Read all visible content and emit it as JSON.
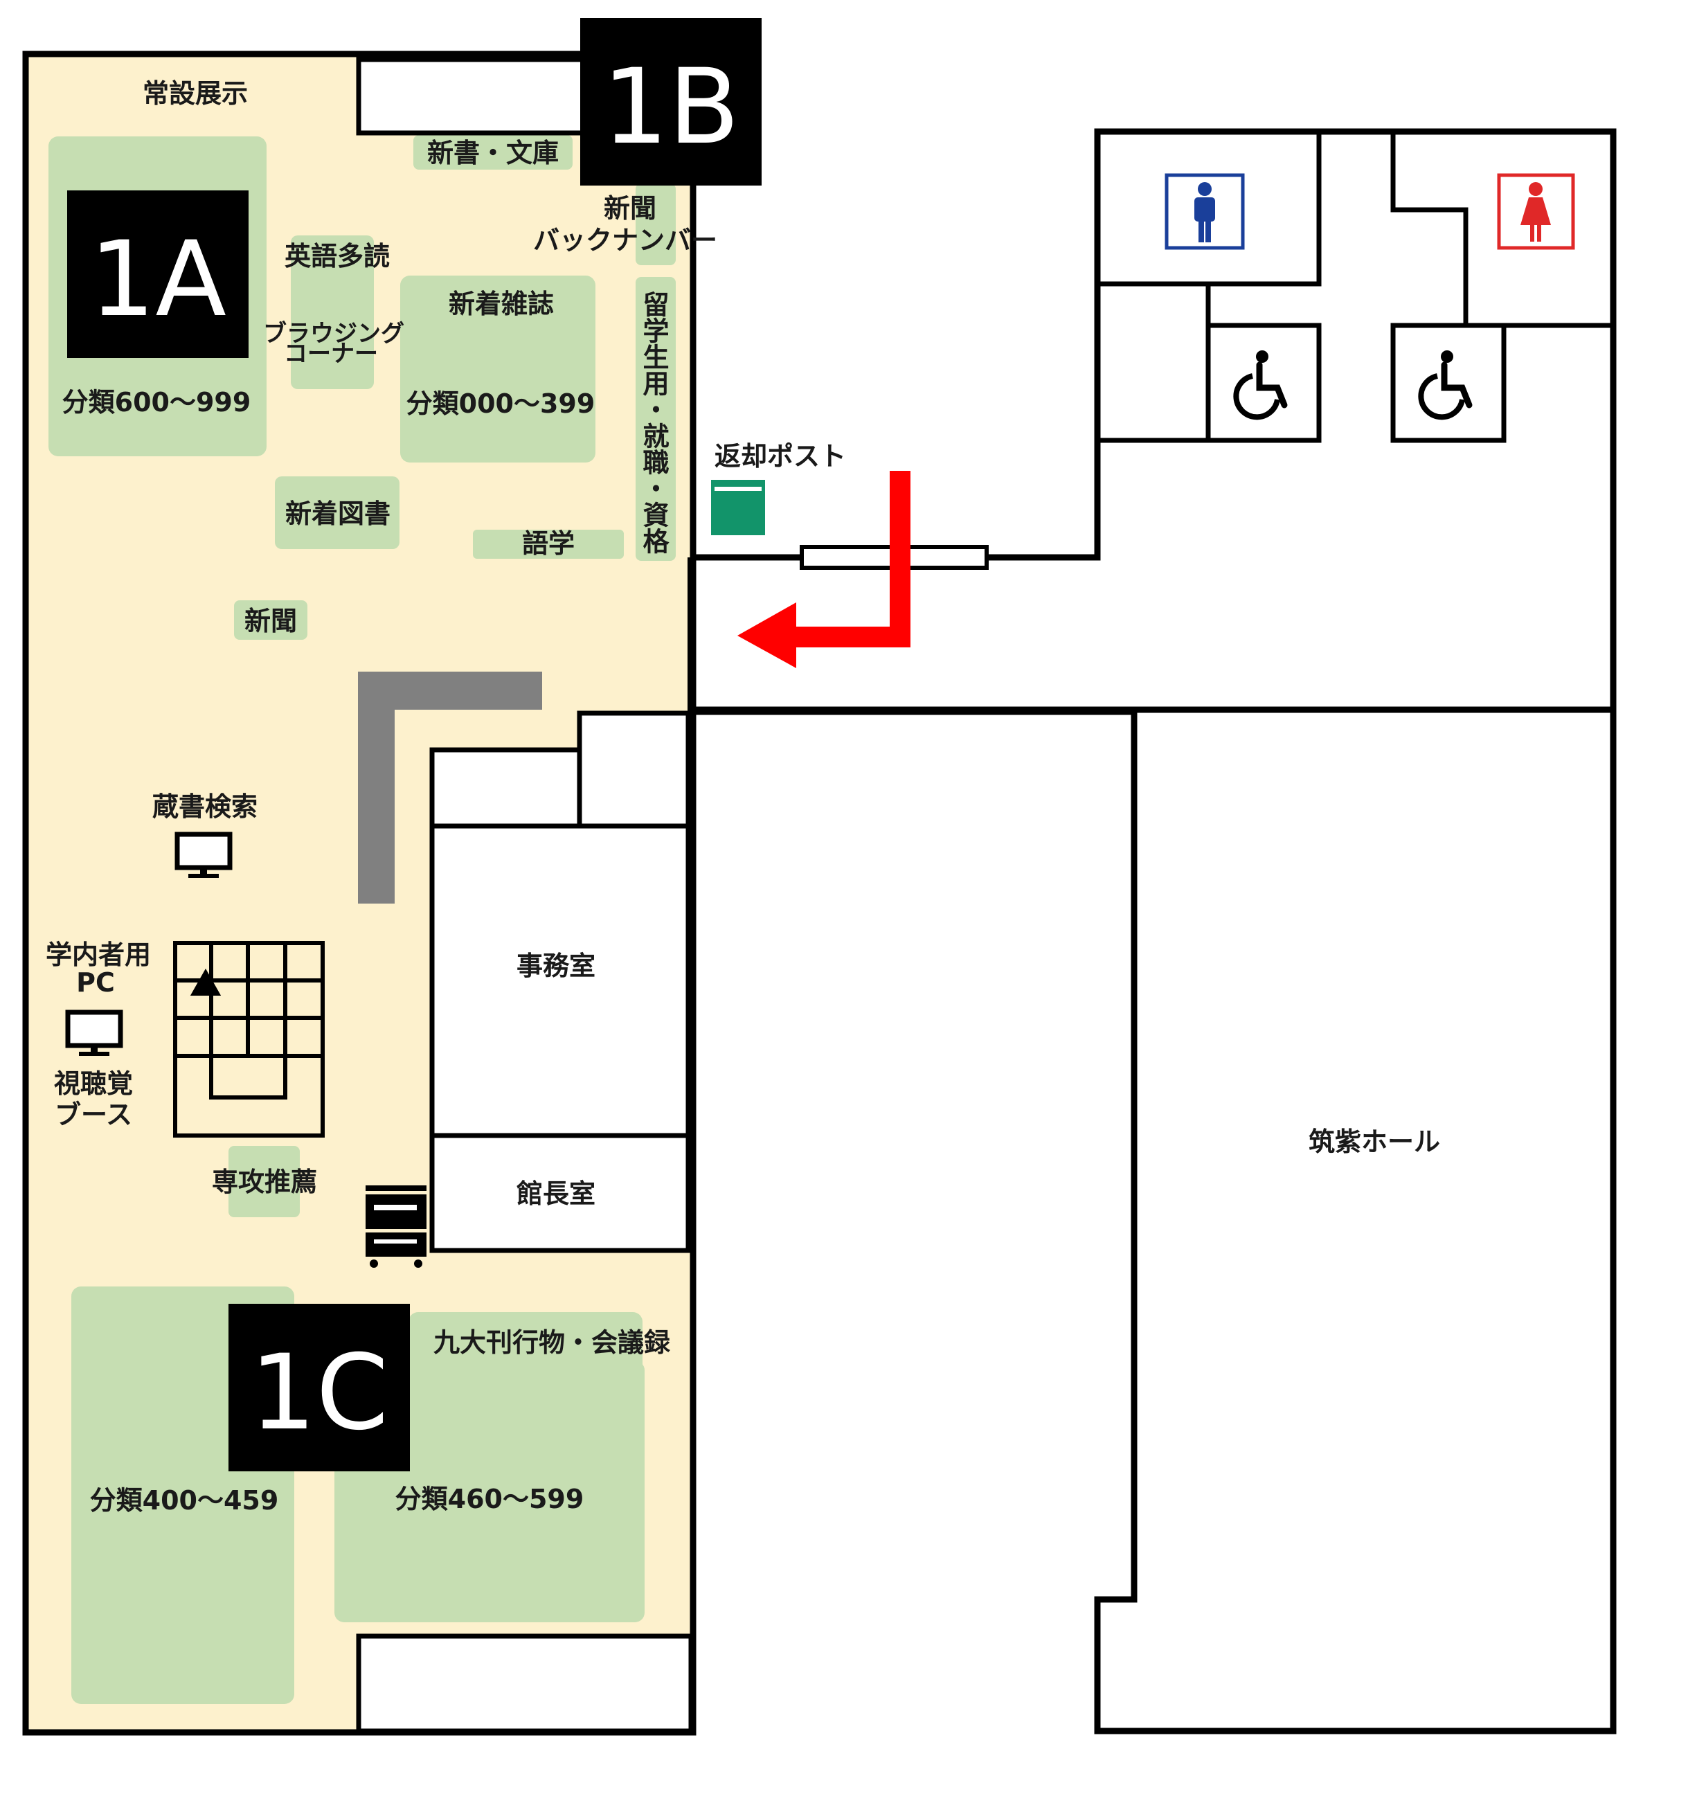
{
  "zones": {
    "a": "1A",
    "b": "1B",
    "c": "1C"
  },
  "labels": {
    "permanent_exhibit": "常設展示",
    "shinsho_bunko": "新書・文庫",
    "newspaper_backnumber_1": "新聞",
    "newspaper_backnumber_2": "バックナンバー",
    "english_reading": "英語多読",
    "browsing_1": "ブラウジング",
    "browsing_2": "コーナー",
    "new_magazines": "新着雑誌",
    "class_000_399": "分類000～399",
    "class_600_999": "分類600～999",
    "study_abroad_vertical": "留学生用・就職・資格",
    "new_books": "新着図書",
    "language": "語学",
    "newspaper": "新聞",
    "return_post": "返却ポスト",
    "catalog_search": "蔵書検索",
    "campus_pc_1": "学内者用",
    "campus_pc_2": "PC",
    "av_booth_1": "視聴覚",
    "av_booth_2": "ブース",
    "major_recommend": "専攻推薦",
    "office": "事務室",
    "director_room": "館長室",
    "kyushu_pub": "九大刊行物・会議録",
    "class_400_459": "分類400～459",
    "class_460_599": "分類460～599",
    "chikushi_hall": "筑紫ホール"
  },
  "icons": {
    "mens_restroom": "mens-restroom-icon",
    "womens_restroom": "womens-restroom-icon",
    "accessible_1": "wheelchair-icon",
    "accessible_2": "wheelchair-icon",
    "monitor": "monitor-icon",
    "copier": "copier-icon",
    "return_box": "return-box-icon",
    "arrow": "direction-arrow"
  },
  "colors": {
    "library_floor": "#fdf1cd",
    "shelf": "#c6deb2",
    "mens_blue": "#1a3f9a",
    "womens_red": "#e02828",
    "return_green": "#12946a",
    "arrow_red": "#ff0000",
    "wall_grey": "#808080"
  }
}
